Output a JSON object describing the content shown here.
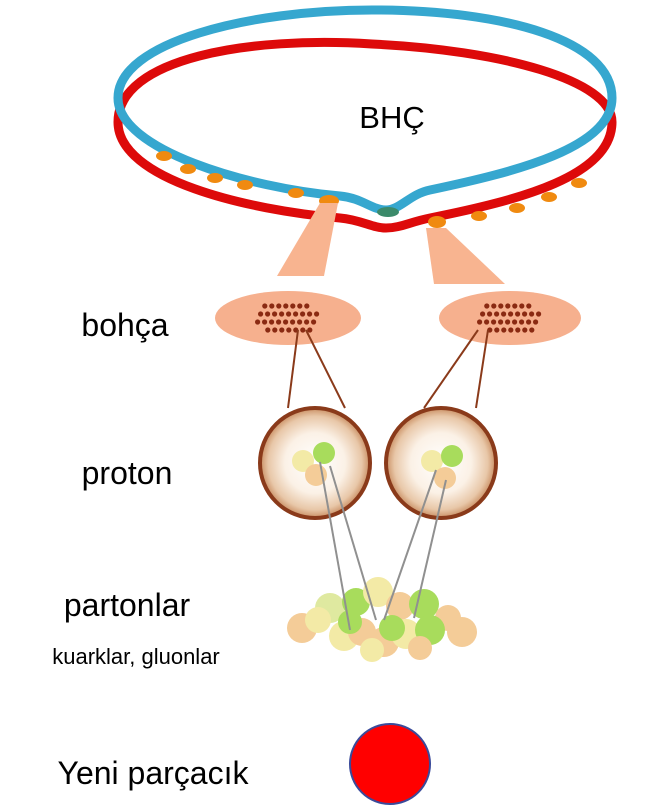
{
  "labels": {
    "ring": "BHÇ",
    "bunch": "bohça",
    "proton": "proton",
    "partons": "partonlar",
    "partons_sub": "kuarklar, gluonlar",
    "new_particle": "Yeni parçacık"
  },
  "colors": {
    "ring_outer": "#dd0a0a",
    "ring_inner": "#36a7cf",
    "bunch_marker": "#f08a10",
    "bunch_fill": "#f6b08e",
    "bunch_dots": "#8a2a12",
    "funnel": "#f8b490",
    "proton_rim": "#8a3a1a",
    "link_line": "#8a3a1a",
    "parton_line": "#909090",
    "quark_green": "#a8dc5c",
    "quark_cream": "#f3eaa6",
    "quark_peach": "#f4cc98",
    "new_particle_fill": "#ff0000",
    "new_particle_stroke": "#3a4a9a"
  },
  "icons": {
    "ring": "collider-ring-icon",
    "bunch": "proton-bunch-icon",
    "proton": "proton-icon",
    "partons": "parton-cluster-icon",
    "new_particle": "new-particle-icon"
  }
}
